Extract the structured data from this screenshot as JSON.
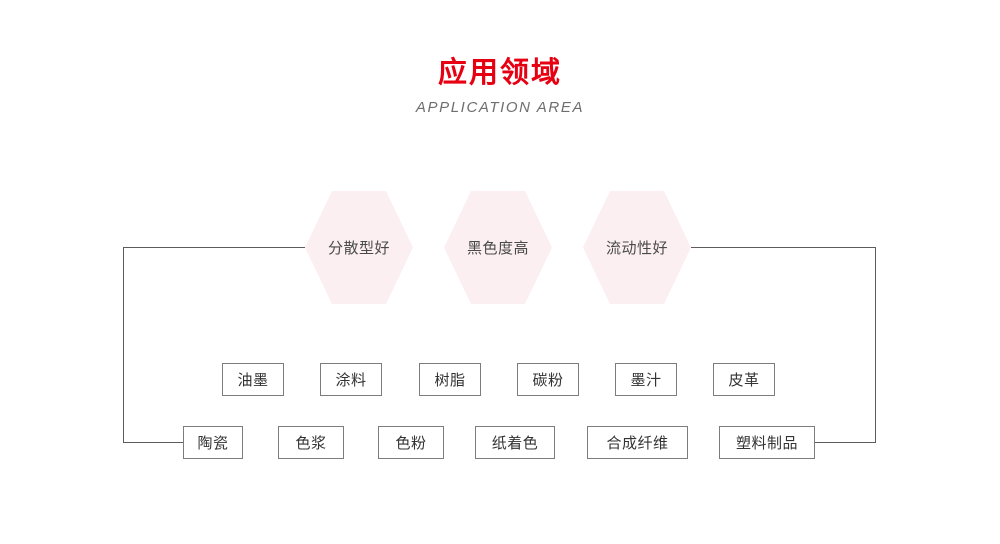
{
  "header": {
    "title": "应用领域",
    "subtitle": "APPLICATION AREA",
    "title_color": "#e60012",
    "subtitle_color": "#6e6e6e"
  },
  "features": {
    "shape": "hexagon",
    "fill_color": "#fbeff1",
    "items": [
      {
        "label": "分散型好"
      },
      {
        "label": "黑色度高"
      },
      {
        "label": "流动性好"
      }
    ]
  },
  "applications": {
    "border_color": "#7d7d7d",
    "text_color": "#333333",
    "row1": [
      {
        "label": "油墨"
      },
      {
        "label": "涂料"
      },
      {
        "label": "树脂"
      },
      {
        "label": "碳粉"
      },
      {
        "label": "墨汁"
      },
      {
        "label": "皮革"
      }
    ],
    "row2": [
      {
        "label": "陶瓷"
      },
      {
        "label": "色浆"
      },
      {
        "label": "色粉"
      },
      {
        "label": "纸着色"
      },
      {
        "label": "合成纤维"
      },
      {
        "label": "塑料制品"
      }
    ]
  },
  "connector": {
    "line_color": "#5c5c5c"
  }
}
